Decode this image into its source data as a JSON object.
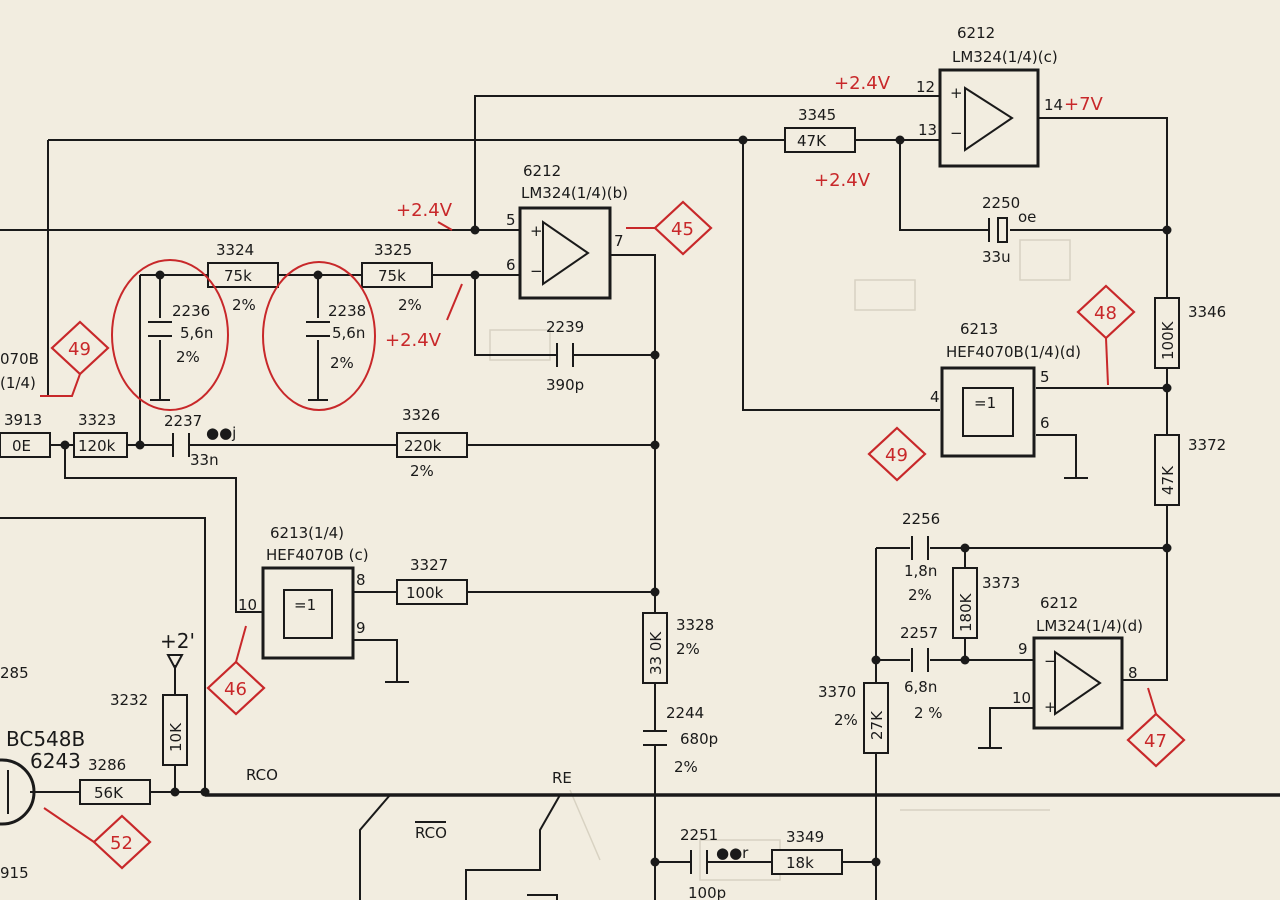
{
  "opamps": [
    {
      "ref": "6212",
      "type": "LM324(1/4)(c)",
      "pins": [
        "12",
        "13",
        "14"
      ]
    },
    {
      "ref": "6212",
      "type": "LM324(1/4)(b)",
      "pins": [
        "5",
        "6",
        "7"
      ]
    },
    {
      "ref": "6212",
      "type": "LM324(1/4)(d)",
      "pins": [
        "9",
        "10",
        "8"
      ]
    }
  ],
  "gates": [
    {
      "ref": "6213",
      "type": "HEF4070B(1/4)(d)",
      "sym": "=1",
      "pins": [
        "4",
        "5",
        "6"
      ]
    },
    {
      "ref": "6213(1/4)",
      "type": "HEF4070B (c)",
      "sym": "=1",
      "pins": [
        "10",
        "8",
        "9"
      ]
    }
  ],
  "resistors": [
    {
      "ref": "3345",
      "value": "47K"
    },
    {
      "ref": "3324",
      "value": "75k",
      "tol": "2%"
    },
    {
      "ref": "3325",
      "value": "75k",
      "tol": "2%"
    },
    {
      "ref": "3323",
      "value": "120k"
    },
    {
      "ref": "3913",
      "value": "0E"
    },
    {
      "ref": "3326",
      "value": "220k",
      "tol": "2%"
    },
    {
      "ref": "3327",
      "value": "100k"
    },
    {
      "ref": "3328",
      "value": "33 0K",
      "tol": "2%"
    },
    {
      "ref": "3346",
      "value": "100K"
    },
    {
      "ref": "3372",
      "value": "47K"
    },
    {
      "ref": "3373",
      "value": "180K"
    },
    {
      "ref": "3370",
      "value": "27K",
      "tol": "2%"
    },
    {
      "ref": "3232",
      "value": "10K"
    },
    {
      "ref": "3286",
      "value": "56K"
    },
    {
      "ref": "3349",
      "value": "18k"
    }
  ],
  "capacitors": [
    {
      "ref": "2236",
      "value": "5,6n",
      "tol": "2%"
    },
    {
      "ref": "2238",
      "value": "5,6n",
      "tol": "2%"
    },
    {
      "ref": "2239",
      "value": "390p"
    },
    {
      "ref": "2237",
      "value": "33n",
      "mark": "●●j"
    },
    {
      "ref": "2250",
      "value": "33u",
      "mark": "oe"
    },
    {
      "ref": "2256",
      "value": "1,8n",
      "tol": "2%"
    },
    {
      "ref": "2257",
      "value": "6,8n",
      "tol": "2 %"
    },
    {
      "ref": "2244",
      "value": "680p",
      "tol": "2%"
    },
    {
      "ref": "2251",
      "value": "100p",
      "mark": "●●r"
    }
  ],
  "voltages": {
    "v_top": "+2.4V",
    "v_out": "+7V",
    "v_mid": "+2.4V",
    "v_left": "+2.4V",
    "v_right": "+2.4V",
    "supply": "+2'"
  },
  "markers": [
    "49",
    "45",
    "48",
    "49",
    "46",
    "47",
    "52"
  ],
  "transistor": {
    "type": "BC548B",
    "ref": "6243"
  },
  "nets": {
    "rco": "RCO",
    "rco_bar": "RCO",
    "re": "RE"
  },
  "edge_labels": {
    "g070b": "070B",
    "g14": "(1/4)",
    "r285": "285",
    "r915": "915"
  }
}
